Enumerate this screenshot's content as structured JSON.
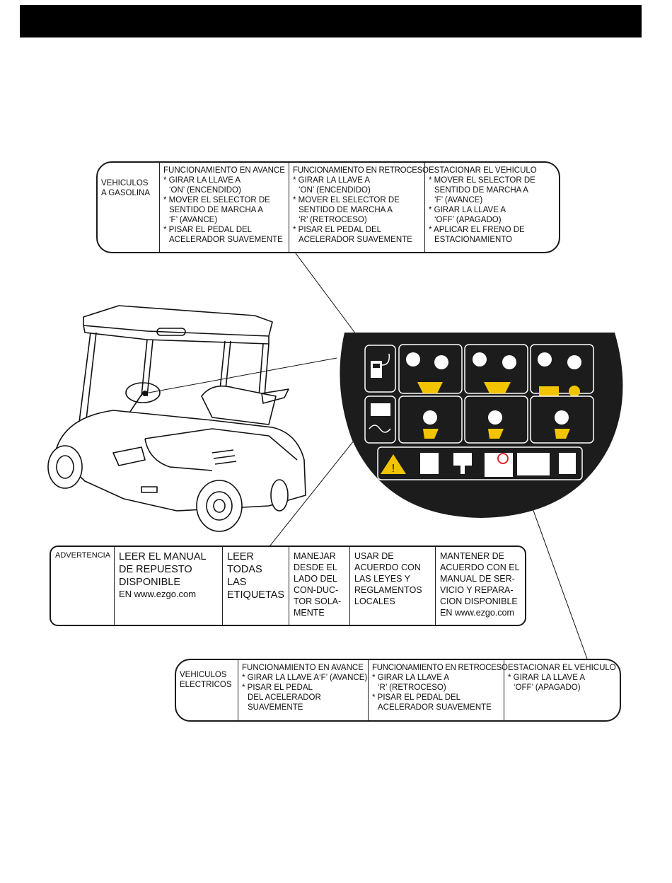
{
  "gas_label": {
    "vehicle_type_lines": [
      "VEHICULOS",
      "A GASOLINA"
    ],
    "forward": {
      "title": "FUNCIONAMIENTO EN AVANCE",
      "lines": [
        "* GIRAR LA LLAVE A",
        "‘ON’ (ENCENDIDO)",
        "* MOVER EL SELECTOR DE",
        "SENTIDO DE MARCHA A",
        "‘F’ (AVANCE)",
        "* PISAR EL PEDAL DEL",
        "ACELERADOR SUAVEMENTE"
      ]
    },
    "reverse": {
      "title": "FUNCIONAMIENTO EN RETROCESO",
      "lines": [
        "* GIRAR LA LLAVE A",
        "‘ON’ (ENCENDIDO)",
        "* MOVER EL SELECTOR DE",
        "SENTIDO DE MARCHA A",
        "‘R’ (RETROCESO)",
        "* PISAR EL PEDAL DEL",
        "ACELERADOR SUAVEMENTE"
      ]
    },
    "park": {
      "title": "ESTACIONAR EL VEHICULO",
      "lines": [
        "* MOVER EL SELECTOR DE",
        "SENTIDO DE MARCHA A",
        "‘F’ (AVANCE)",
        "* GIRAR LA LLAVE A",
        "‘OFF’ (APAGADO)",
        "* APLICAR EL FRENO DE",
        "ESTACIONAMIENTO"
      ]
    }
  },
  "warning_label": {
    "heading": "ADVERTENCIA",
    "read_manual_lines": [
      "LEER EL MANUAL",
      "DE REPUESTO",
      "DISPONIBLE",
      "EN www.ezgo.com"
    ],
    "read_labels_lines": [
      "LEER",
      "TODAS",
      "LAS",
      "ETIQUETAS"
    ],
    "driver_side_lines": [
      "MANEJAR",
      "DESDE EL",
      "LADO DEL",
      "CON-DUC-",
      "TOR SOLA-",
      "MENTE"
    ],
    "laws_lines": [
      "USAR DE",
      "ACUERDO CON",
      "LAS LEYES Y",
      "REGLAMENTOS",
      "LOCALES"
    ],
    "service_lines": [
      "MANTENER DE",
      "ACUERDO CON EL",
      "MANUAL DE SER-",
      "VICIO Y REPARA-",
      "CION DISPONIBLE",
      "EN www.ezgo.com"
    ]
  },
  "electric_label": {
    "vehicle_type_lines": [
      "VEHICULOS",
      "ELECTRICOS"
    ],
    "forward": {
      "title": "FUNCIONAMIENTO EN AVANCE",
      "lines": [
        "* GIRAR LA LLAVE A‘F’ (AVANCE)",
        "* PISAR EL PEDAL",
        "DEL ACELERADOR",
        "SUAVEMENTE"
      ]
    },
    "reverse": {
      "title": "FUNCIONAMIENTO EN RETROCESO",
      "lines": [
        "* GIRAR LA LLAVE A",
        "‘R’ (RETROCESO)",
        "* PISAR EL PEDAL DEL",
        "ACELERADOR SUAVEMENTE"
      ]
    },
    "park": {
      "title": "ESTACIONAR EL VEHICULO",
      "lines": [
        "* GIRAR LA LLAVE A",
        "‘OFF’ (APAGADO)"
      ]
    }
  },
  "icons": [
    "fuel-pump-icon",
    "battery-icon",
    "ac-wave-icon",
    "warning-triangle-icon",
    "manual-book-icon",
    "label-read-icon",
    "driver-seat-icon",
    "cart-law-icon",
    "service-manual-icon",
    "key-switch-icon",
    "direction-selector-icon",
    "pedal-icon"
  ],
  "colors": {
    "panel": "#1c1c1c",
    "accent": "#f2c400",
    "stroke": "#1a1a1a",
    "no_symbol": "#d9252a"
  }
}
